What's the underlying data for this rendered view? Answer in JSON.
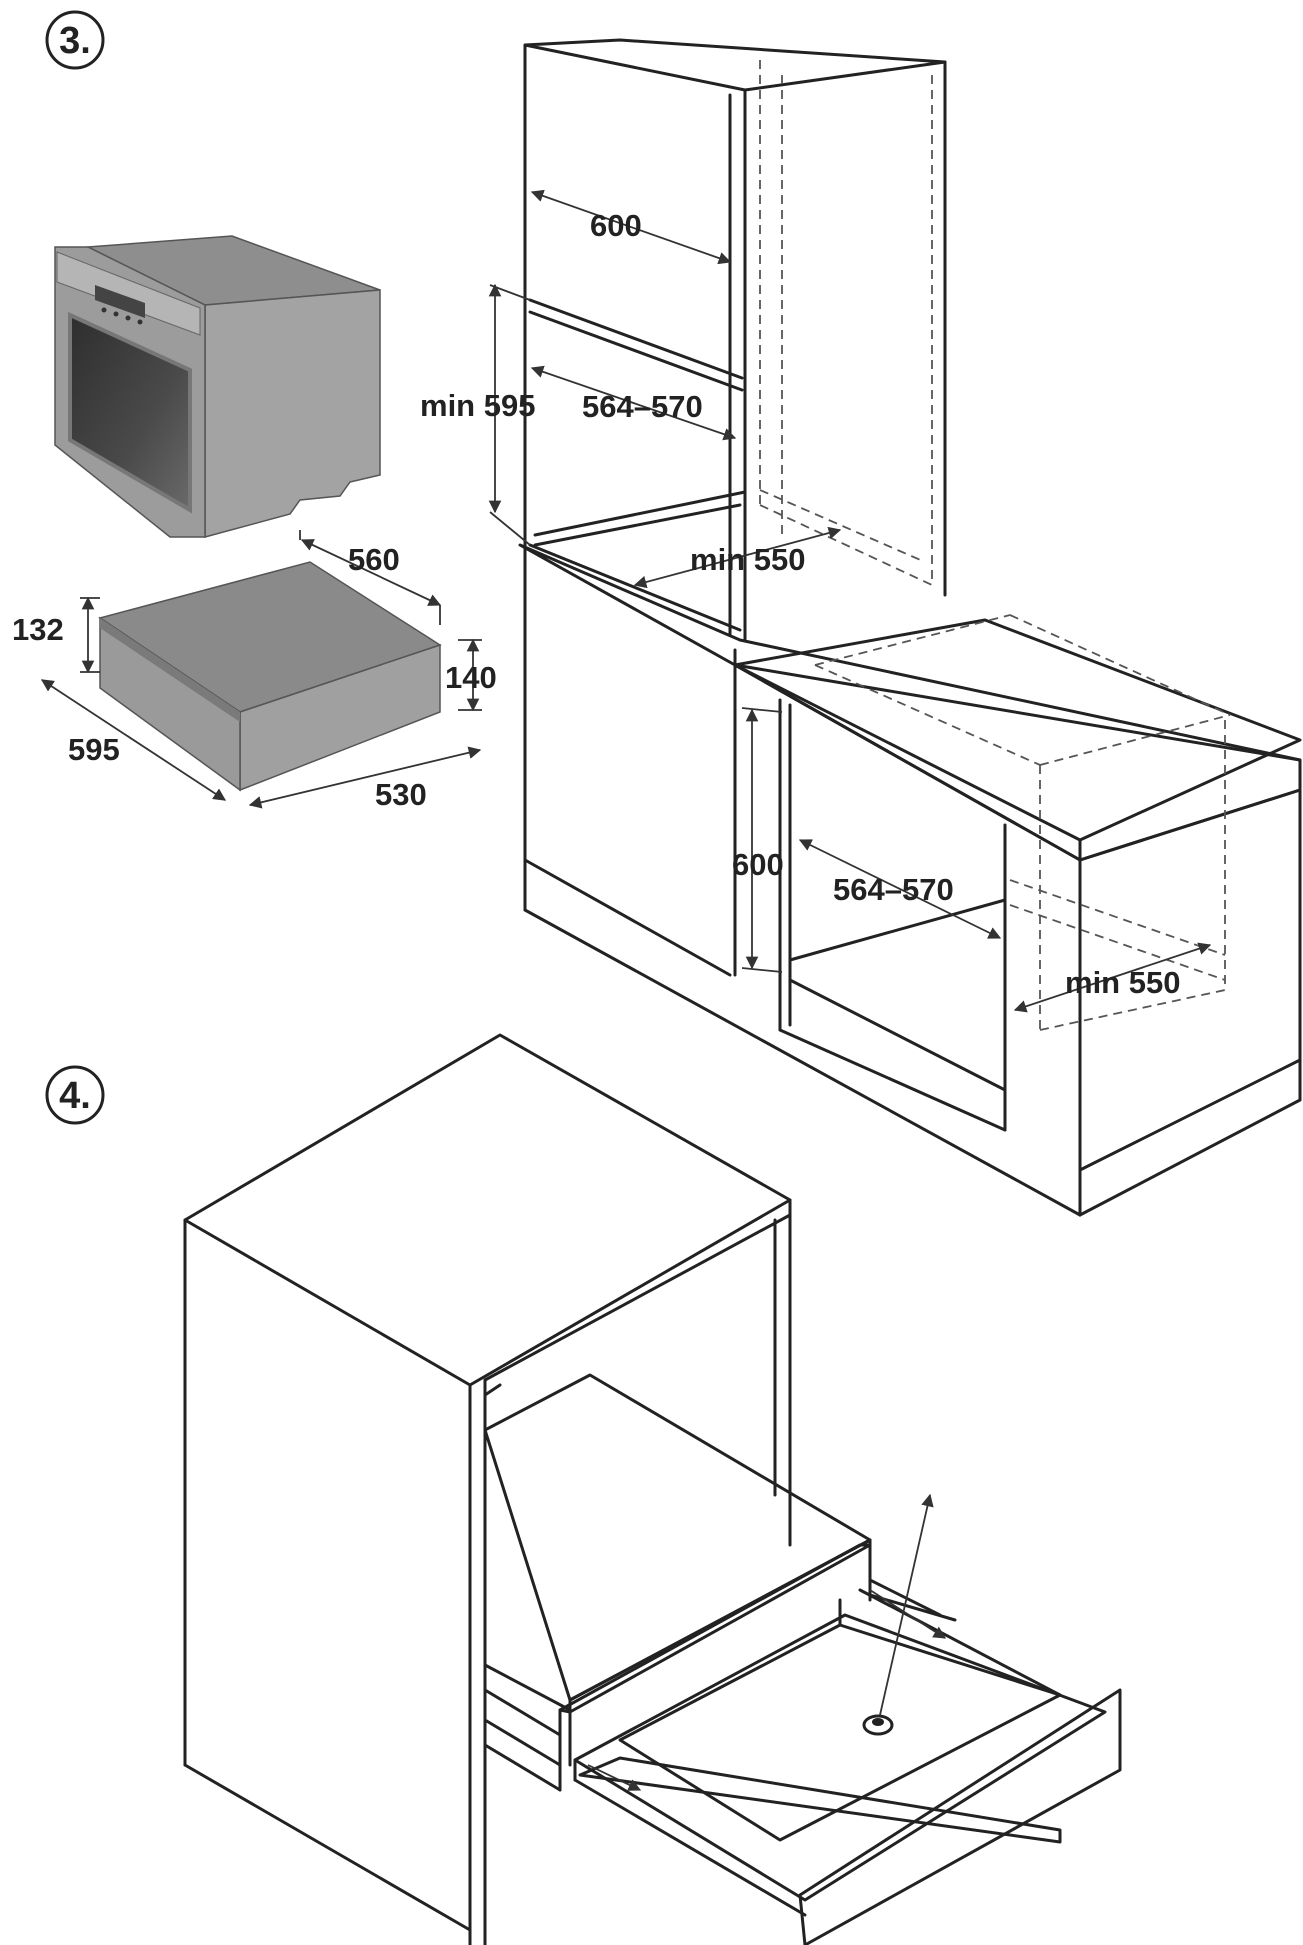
{
  "steps": {
    "step3": "3.",
    "step4": "4."
  },
  "appliance_dimensions": {
    "depth_top": "560",
    "height_left": "132",
    "height_right": "140",
    "width": "595",
    "depth_bottom": "530"
  },
  "upper_installation": {
    "width": "600",
    "min_height": "min 595",
    "niche_width": "564–570",
    "min_depth": "min 550"
  },
  "lower_installation": {
    "height": "600",
    "niche_width": "564–570",
    "min_depth": "min 550"
  },
  "colors": {
    "line": "#222222",
    "appliance_front": "#9a9a9a",
    "appliance_top": "#8c8c8c",
    "appliance_side": "#a6a6a6",
    "oven_window": "#3a3a3a"
  }
}
